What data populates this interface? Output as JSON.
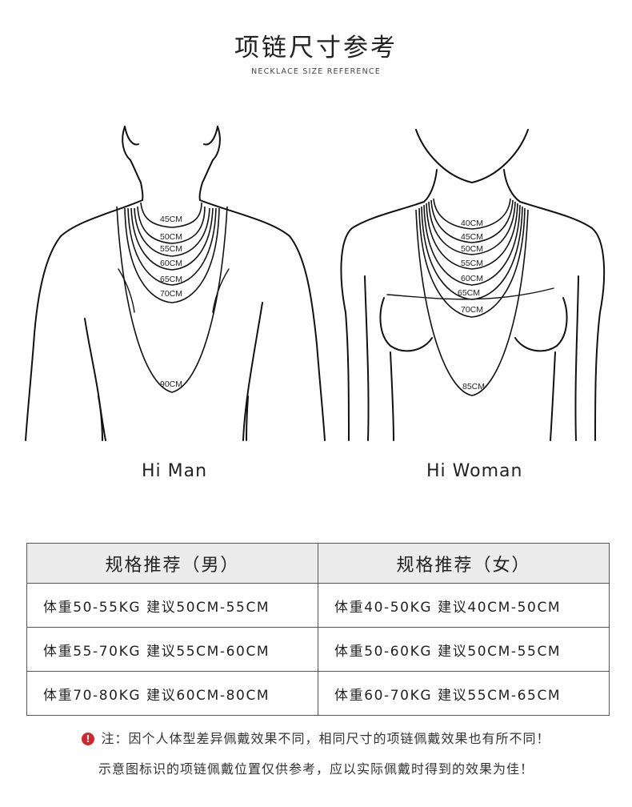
{
  "header": {
    "title": "项链尺寸参考",
    "subtitle": "NECKLACE SIZE REFERENCE"
  },
  "figures": {
    "man": {
      "label": "Hi Man",
      "sizes": [
        "45CM",
        "50CM",
        "55CM",
        "60CM",
        "65CM",
        "70CM",
        "90CM"
      ]
    },
    "woman": {
      "label": "Hi Woman",
      "sizes": [
        "40CM",
        "45CM",
        "50CM",
        "55CM",
        "60CM",
        "65CM",
        "70CM",
        "85CM"
      ]
    }
  },
  "table": {
    "headers": [
      "规格推荐（男）",
      "规格推荐（女）"
    ],
    "rows": [
      [
        "体重50-55KG   建议50CM-55CM",
        "体重40-50KG   建议40CM-50CM"
      ],
      [
        "体重55-70KG   建议55CM-60CM",
        "体重50-60KG   建议50CM-55CM"
      ],
      [
        "体重70-80KG   建议60CM-80CM",
        "体重60-70KG   建议55CM-65CM"
      ]
    ]
  },
  "notes": {
    "icon": "exclamation-icon",
    "icon_color": "#d6242c",
    "line1": "注：因个人体型差异佩戴效果不同，相同尺寸的项链佩戴效果也有所不同！",
    "line2": "示意图标识的项链佩戴位置仅供参考，应以实际佩戴时得到的效果为佳！"
  }
}
